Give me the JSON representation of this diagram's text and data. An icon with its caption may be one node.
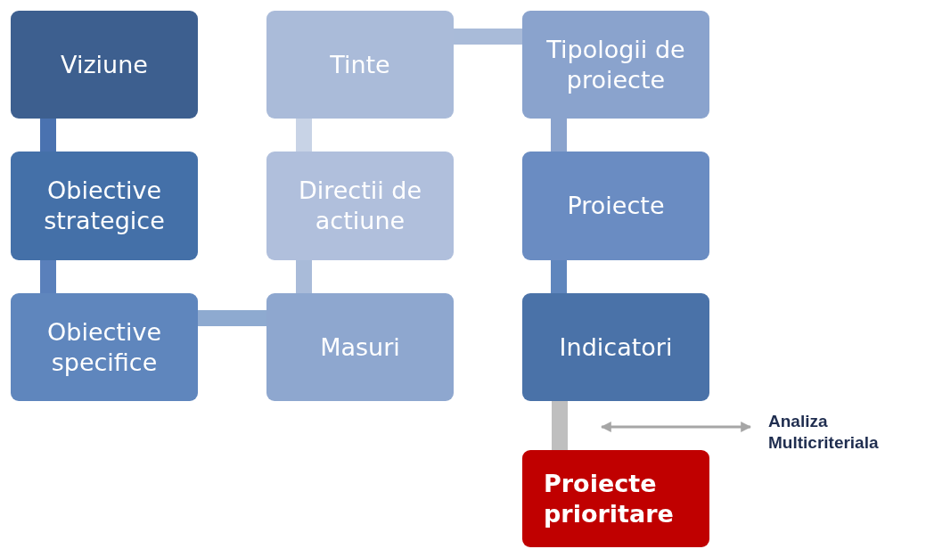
{
  "diagram": {
    "nodes": [
      {
        "text": [
          "Viziune"
        ]
      },
      {
        "text": [
          "Obiective strategice"
        ]
      },
      {
        "text": [
          "Obiective specifice"
        ]
      },
      {
        "text": [
          "Tinte"
        ]
      },
      {
        "text": [
          "Directii de actiune"
        ]
      },
      {
        "text": [
          "Masuri"
        ]
      },
      {
        "text": [
          "Tipologii de proiecte"
        ]
      },
      {
        "text": [
          "Proiecte"
        ]
      },
      {
        "text": [
          "Indicatori"
        ]
      },
      {
        "text": [
          "Proiecte prioritare"
        ]
      },
      {
        "text": [
          "Analiza Multicriteriala"
        ]
      }
    ],
    "edges": [
      {
        "from": 0,
        "to": 1,
        "arrow": "none",
        "color": "#4a72b0"
      },
      {
        "from": 1,
        "to": 2,
        "arrow": "none",
        "color": "#5a80bb"
      },
      {
        "from": 2,
        "to": 5,
        "arrow": "none",
        "color": "#8eaad0"
      },
      {
        "from": 5,
        "to": 4,
        "arrow": "none",
        "color": "#a9bbd9"
      },
      {
        "from": 4,
        "to": 3,
        "arrow": "none",
        "color": "#c8d3e6"
      },
      {
        "from": 3,
        "to": 6,
        "arrow": "none",
        "color": "#a9bbd9"
      },
      {
        "from": 6,
        "to": 7,
        "arrow": "none",
        "color": "#8aa3cd"
      },
      {
        "from": 7,
        "to": 8,
        "arrow": "none",
        "color": "#5f86bd"
      },
      {
        "from": 8,
        "to": 9,
        "arrow": "none",
        "color": "#bfbfbf"
      },
      {
        "from": 9,
        "to": 10,
        "arrow": "both",
        "color": "#a6a6a6"
      }
    ]
  }
}
